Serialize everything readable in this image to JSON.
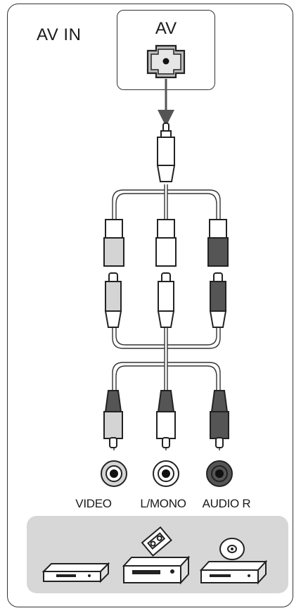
{
  "section_title": "AV IN",
  "port": {
    "label": "AV"
  },
  "jacks": [
    {
      "label": "VIDEO",
      "color": "#d4d4d4"
    },
    {
      "label": "L/MONO",
      "color": "#ffffff"
    },
    {
      "label": "AUDIO R",
      "color": "#555555"
    }
  ],
  "devices": [
    "dvd-player-icon",
    "vcr-icon",
    "disc-player-icon"
  ],
  "colors": {
    "video": "#d4d4d4",
    "audio_left": "#ffffff",
    "audio_right": "#555555",
    "line": "#333333",
    "panel": "#d7d7d7"
  }
}
